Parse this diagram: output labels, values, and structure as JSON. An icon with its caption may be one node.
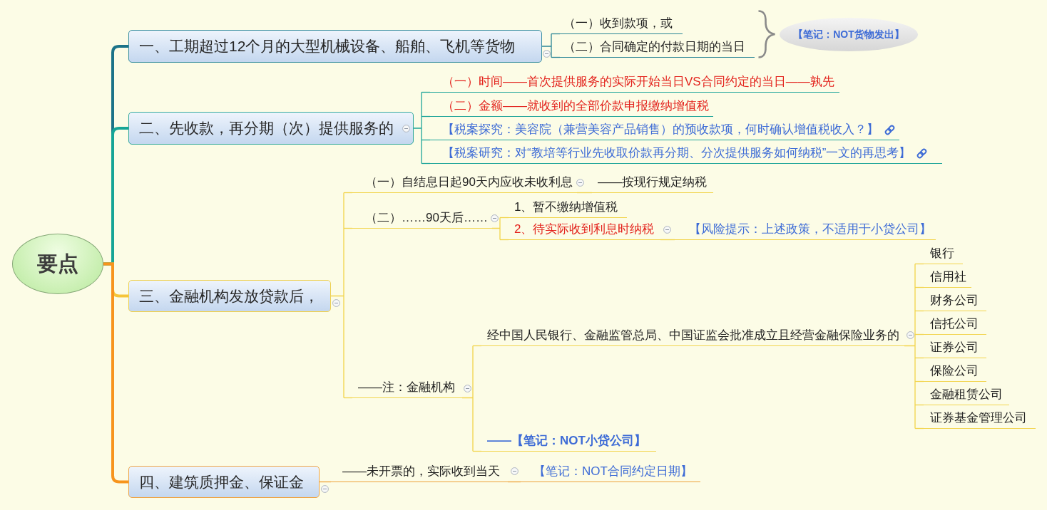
{
  "diagram": {
    "nodes": [
      {
        "text": [
          "要点"
        ]
      },
      {
        "text": [
          "一、工期超过12个月的大型机械设备、船舶、飞机等货物"
        ]
      },
      {
        "text": [
          "（一）收到款项，或"
        ]
      },
      {
        "text": [
          "（二）合同确定的付款日期的当日"
        ]
      },
      {
        "text": [
          "【笔记：NOT货物发出】"
        ]
      },
      {
        "text": [
          "二、先收款，再分期（次）提供服务的"
        ]
      },
      {
        "text": [
          "（一）时间——首次提供服务的实际开始当日VS合同约定的当日——孰先"
        ]
      },
      {
        "text": [
          "（二）金额——就收到的全部价款申报缴纳增值税"
        ]
      },
      {
        "text": [
          "【税案探究：美容院（兼营美容产品销售）的预收款项，何时确认增值税收入？】"
        ]
      },
      {
        "text": [
          "【税案研究：对“教培等行业先收取价款再分期、分次提供服务如何纳税”一文的再思考】"
        ]
      },
      {
        "text": [
          "三、金融机构发放贷款后，"
        ]
      },
      {
        "text": [
          "（一）自结息日起90天内应收未收利息"
        ]
      },
      {
        "text": [
          "——按现行规定纳税"
        ]
      },
      {
        "text": [
          "（二）……90天后……"
        ]
      },
      {
        "text": [
          "1、暂不缴纳增值税"
        ]
      },
      {
        "text": [
          "2、待实际收到利息时纳税"
        ]
      },
      {
        "text": [
          "【风险提示：上述政策，不适用于小贷公司】"
        ]
      },
      {
        "text": [
          "——注：金融机构"
        ]
      },
      {
        "text": [
          "经中国人民银行、金融监管总局、中国证监会批准成立且经营金融保险业务的"
        ]
      },
      {
        "text": [
          "银行"
        ]
      },
      {
        "text": [
          "信用社"
        ]
      },
      {
        "text": [
          "财务公司"
        ]
      },
      {
        "text": [
          "信托公司"
        ]
      },
      {
        "text": [
          "证券公司"
        ]
      },
      {
        "text": [
          "保险公司"
        ]
      },
      {
        "text": [
          "金融租赁公司"
        ]
      },
      {
        "text": [
          "证券基金管理公司"
        ]
      },
      {
        "text": [
          "——【笔记：NOT小贷公司】"
        ]
      },
      {
        "text": [
          "四、建筑质押金、保证金"
        ]
      },
      {
        "text": [
          "——未开票的，实际收到当天"
        ]
      },
      {
        "text": [
          "【笔记：NOT合同约定日期】"
        ]
      }
    ],
    "edges": [
      {
        "from": 0,
        "to": 1,
        "arrow": "none",
        "style": "thick",
        "color": "#1c7388"
      },
      {
        "from": 0,
        "to": 5,
        "arrow": "none",
        "style": "thick",
        "color": "#16a596"
      },
      {
        "from": 0,
        "to": 10,
        "arrow": "none",
        "style": "thick",
        "color": "#f5c53a"
      },
      {
        "from": 0,
        "to": 28,
        "arrow": "none",
        "style": "thick",
        "color": "#f7941d"
      },
      {
        "from": 1,
        "to": 2,
        "arrow": "none",
        "color": "#2a8596"
      },
      {
        "from": 1,
        "to": 3,
        "arrow": "none",
        "color": "#2a8596"
      },
      {
        "from": 5,
        "to": 6,
        "arrow": "none",
        "color": "#1fa59a"
      },
      {
        "from": 5,
        "to": 7,
        "arrow": "none",
        "color": "#1fa59a"
      },
      {
        "from": 5,
        "to": 8,
        "arrow": "none",
        "color": "#1fa59a"
      },
      {
        "from": 5,
        "to": 9,
        "arrow": "none",
        "color": "#1fa59a"
      },
      {
        "from": 10,
        "to": 11,
        "arrow": "none"
      },
      {
        "from": 10,
        "to": 13,
        "arrow": "none"
      },
      {
        "from": 10,
        "to": 17,
        "arrow": "none"
      },
      {
        "from": 11,
        "to": 12,
        "arrow": "none"
      },
      {
        "from": 13,
        "to": 14,
        "arrow": "none"
      },
      {
        "from": 13,
        "to": 15,
        "arrow": "none"
      },
      {
        "from": 15,
        "to": 16,
        "arrow": "none"
      },
      {
        "from": 17,
        "to": 18,
        "arrow": "none"
      },
      {
        "from": 17,
        "to": 27,
        "arrow": "none"
      },
      {
        "from": 18,
        "to": 19,
        "arrow": "none"
      },
      {
        "from": 18,
        "to": 20,
        "arrow": "none"
      },
      {
        "from": 18,
        "to": 21,
        "arrow": "none"
      },
      {
        "from": 18,
        "to": 22,
        "arrow": "none"
      },
      {
        "from": 18,
        "to": 23,
        "arrow": "none"
      },
      {
        "from": 18,
        "to": 24,
        "arrow": "none"
      },
      {
        "from": 18,
        "to": 25,
        "arrow": "none"
      },
      {
        "from": 18,
        "to": 26,
        "arrow": "none"
      },
      {
        "from": 28,
        "to": 29,
        "arrow": "none",
        "color": "#eda23a"
      },
      {
        "from": 29,
        "to": 30,
        "arrow": "none",
        "color": "#eda23a"
      }
    ]
  }
}
